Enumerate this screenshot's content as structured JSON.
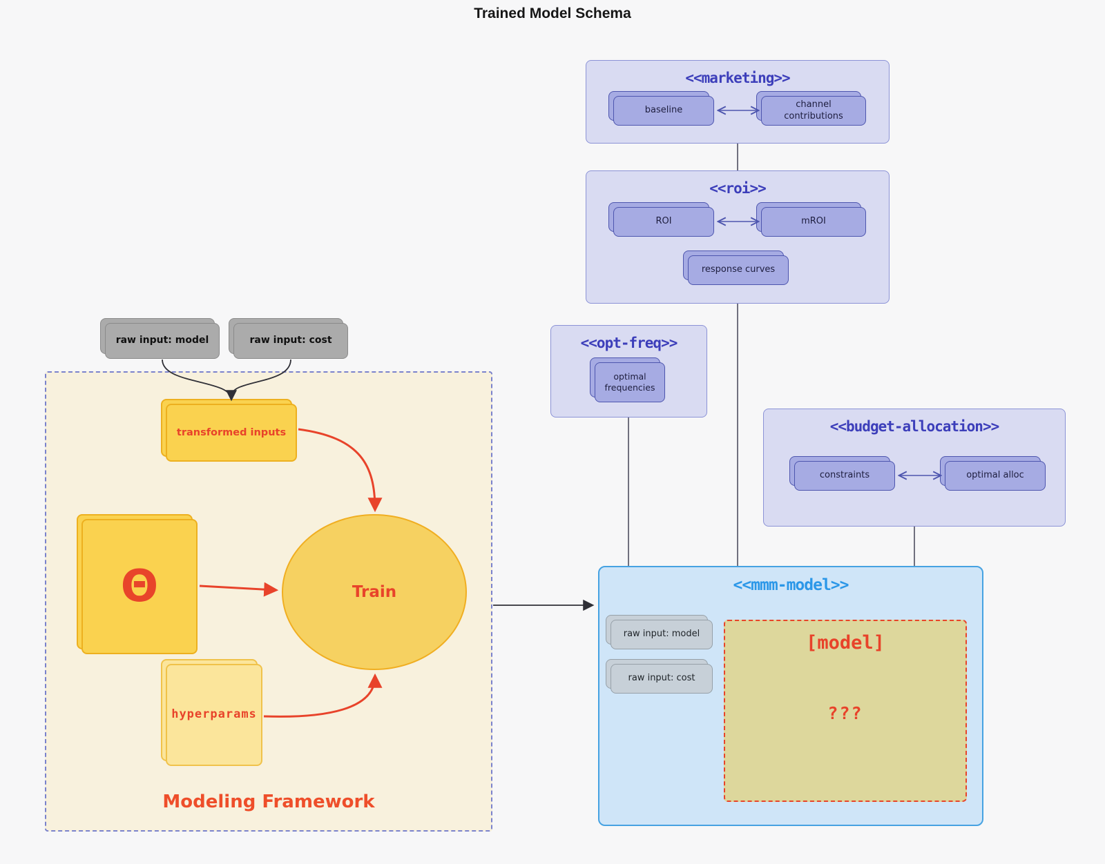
{
  "title": "Trained Model Schema",
  "colors": {
    "page_bg": "#f7f7f8",
    "package_bg": "#d9dbf2",
    "package_border": "#8b92d6",
    "package_title": "#3c3eba",
    "purple_node_fill": "#a6abe3",
    "purple_node_border": "#4d55ae",
    "mmm_bg": "#cfe5f8",
    "mmm_border": "#46a2e2",
    "mmm_title": "#2b97e8",
    "framework_bg": "#f8f1dd",
    "framework_border": "#7a82cc",
    "yellow_node": "#fad24f",
    "pale_yellow_node": "#fbe59b",
    "yellow_border": "#edb01f",
    "gray_node": "#ababab",
    "grayblue_node": "#c7d0d8",
    "khaki_fill": "#ddd79c",
    "red_accent": "#e8432a",
    "dark_line": "#3a3a42"
  },
  "packages": {
    "marketing": {
      "title": "<<marketing>>",
      "nodes": {
        "baseline": "baseline",
        "channel_contributions": "channel contributions"
      }
    },
    "roi": {
      "title": "<<roi>>",
      "nodes": {
        "roi": "ROI",
        "mroi": "mROI",
        "response_curves": "response curves"
      }
    },
    "opt_freq": {
      "title": "<<opt-freq>>",
      "nodes": {
        "optimal_frequencies": "optimal frequencies"
      }
    },
    "budget_allocation": {
      "title": "<<budget-allocation>>",
      "nodes": {
        "constraints": "constraints",
        "optimal_alloc": "optimal alloc"
      }
    },
    "mmm_model": {
      "title": "<<mmm-model>>",
      "nodes": {
        "raw_input_model": "raw input: model",
        "raw_input_cost": "raw input: cost",
        "model_tag": "[model]",
        "model_unknown": "???"
      }
    }
  },
  "framework": {
    "label": "Modeling Framework",
    "nodes": {
      "raw_input_model": "raw input: model",
      "raw_input_cost": "raw input: cost",
      "transformed_inputs": "transformed inputs",
      "theta": "Θ",
      "train": "Train",
      "hyperparams": "hyperparams"
    }
  }
}
